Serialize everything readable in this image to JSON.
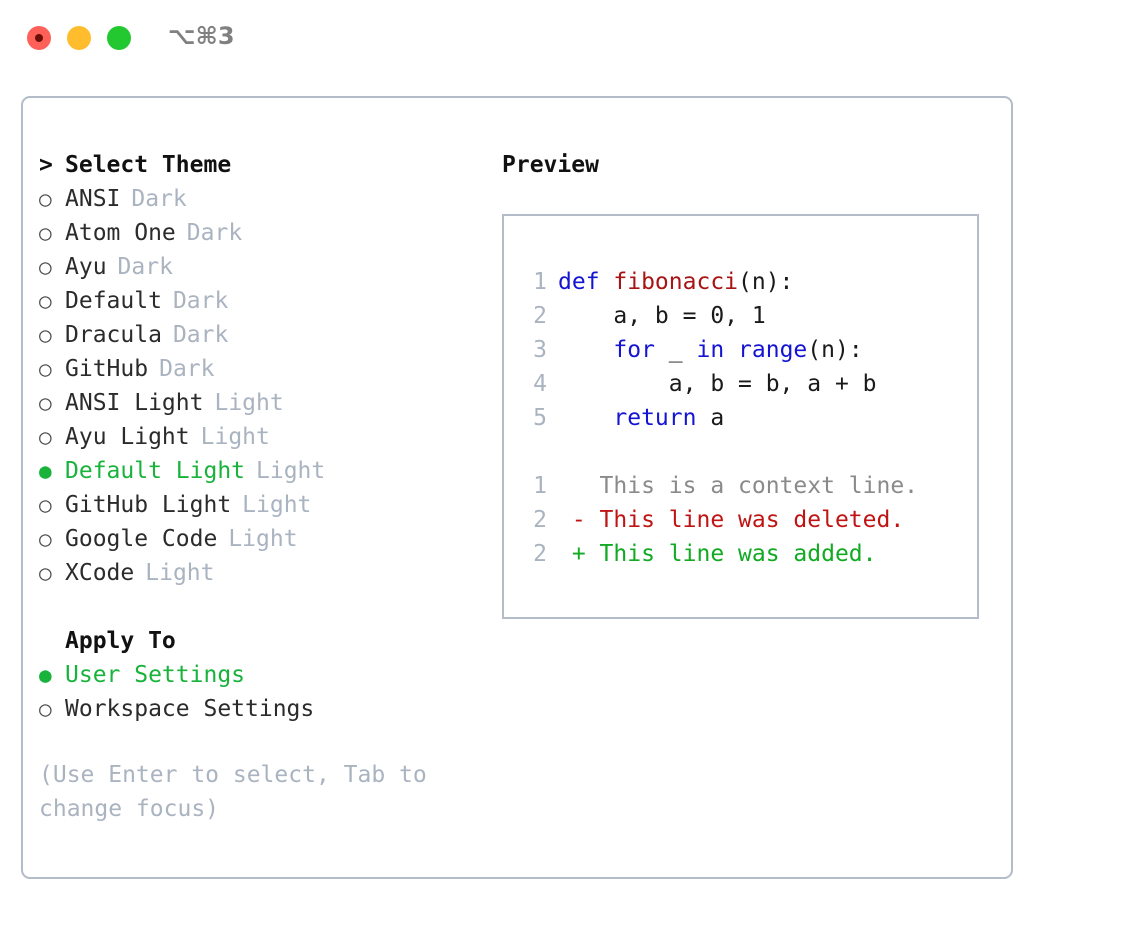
{
  "titlebar": {
    "shortcut": "⌥⌘3",
    "buttons": {
      "close": "close-button",
      "minimize": "minimize-button",
      "maximize": "maximize-button"
    }
  },
  "theme_section": {
    "caret": ">",
    "header": "Select Theme",
    "focused": true,
    "bullet_selected": "●",
    "bullet_unselected": "○",
    "items": [
      {
        "name": "ANSI",
        "category": "Dark",
        "selected": false
      },
      {
        "name": "Atom One",
        "category": "Dark",
        "selected": false
      },
      {
        "name": "Ayu",
        "category": "Dark",
        "selected": false
      },
      {
        "name": "Default",
        "category": "Dark",
        "selected": false
      },
      {
        "name": "Dracula",
        "category": "Dark",
        "selected": false
      },
      {
        "name": "GitHub",
        "category": "Dark",
        "selected": false
      },
      {
        "name": "ANSI Light",
        "category": "Light",
        "selected": false
      },
      {
        "name": "Ayu Light",
        "category": "Light",
        "selected": false
      },
      {
        "name": "Default Light",
        "category": "Light",
        "selected": true
      },
      {
        "name": "GitHub Light",
        "category": "Light",
        "selected": false
      },
      {
        "name": "Google Code",
        "category": "Light",
        "selected": false
      },
      {
        "name": "XCode",
        "category": "Light",
        "selected": false
      }
    ]
  },
  "apply_to_section": {
    "header": "Apply To",
    "focused": false,
    "items": [
      {
        "name": "User Settings",
        "selected": true
      },
      {
        "name": "Workspace Settings",
        "selected": false
      }
    ]
  },
  "hint": "(Use Enter to select, Tab to change focus)",
  "preview": {
    "title": "Preview",
    "code_lines": [
      {
        "num": "1",
        "segments": [
          {
            "t": "def ",
            "c": "kw"
          },
          {
            "t": "fibonacci",
            "c": "fn"
          },
          {
            "t": "(n):",
            "c": "plain"
          }
        ]
      },
      {
        "num": "2",
        "segments": [
          {
            "t": "    a, b = 0, 1",
            "c": "plain"
          }
        ]
      },
      {
        "num": "3",
        "segments": [
          {
            "t": "    ",
            "c": "plain"
          },
          {
            "t": "for",
            "c": "kw"
          },
          {
            "t": " _ ",
            "c": "plain"
          },
          {
            "t": "in",
            "c": "kw"
          },
          {
            "t": " ",
            "c": "plain"
          },
          {
            "t": "range",
            "c": "kw"
          },
          {
            "t": "(n):",
            "c": "plain"
          }
        ]
      },
      {
        "num": "4",
        "segments": [
          {
            "t": "        a, b = b, a + b",
            "c": "plain"
          }
        ]
      },
      {
        "num": "5",
        "segments": [
          {
            "t": "    ",
            "c": "plain"
          },
          {
            "t": "return",
            "c": "kw"
          },
          {
            "t": " a",
            "c": "plain"
          }
        ]
      }
    ],
    "diff_lines": [
      {
        "num": "1",
        "segments": [
          {
            "t": "   This is a context line.",
            "c": "ctx"
          }
        ]
      },
      {
        "num": "2",
        "segments": [
          {
            "t": " - This line was deleted.",
            "c": "del"
          }
        ]
      },
      {
        "num": "2",
        "segments": [
          {
            "t": " + This line was added.",
            "c": "add"
          }
        ]
      }
    ]
  },
  "colors": {
    "accent_green": "#19b33c",
    "border": "#b3bcc8",
    "muted_text": "#aab3c0",
    "keyword_blue": "#1414d2",
    "function_red": "#a81414",
    "diff_delete": "#c01414",
    "diff_add": "#11aa22",
    "traffic_close": "#ff6159",
    "traffic_minimize": "#ffbd2e",
    "traffic_maximize": "#23c830"
  }
}
